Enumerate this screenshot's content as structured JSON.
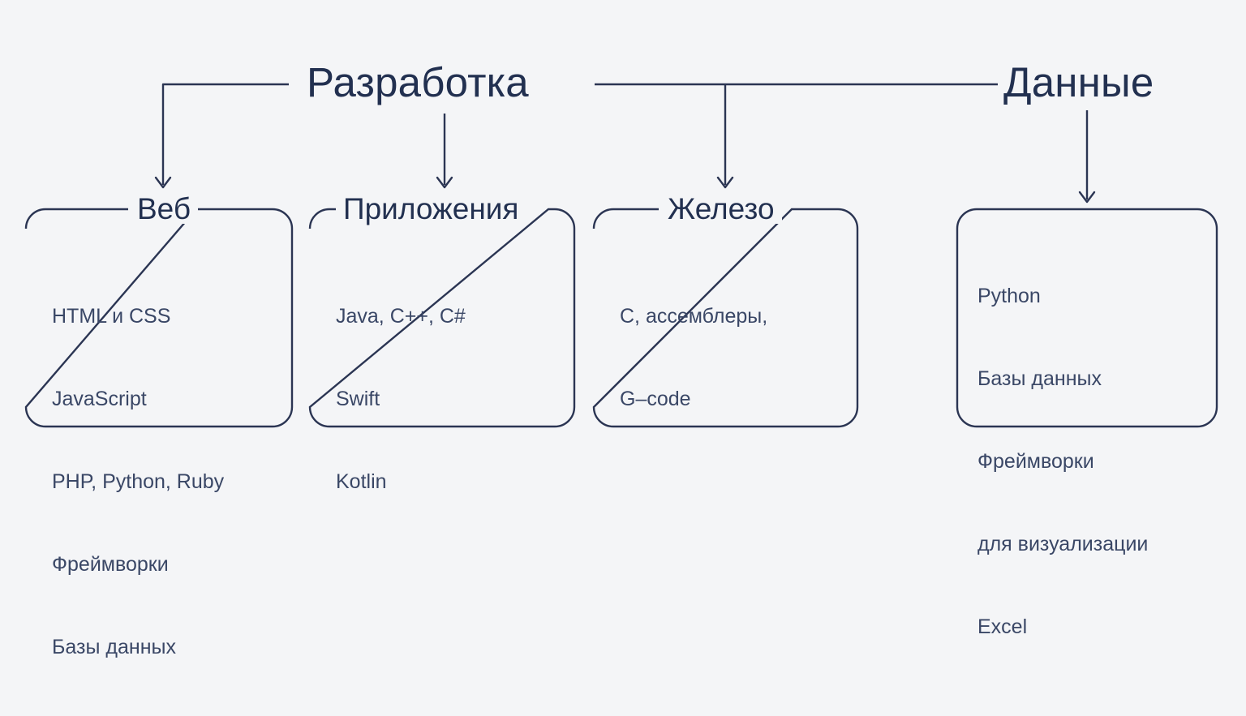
{
  "page": {
    "background_color": "#f4f5f7",
    "line_color": "#2b3553",
    "text_color": "#223050",
    "body_text_color": "#3a4766"
  },
  "roots": [
    {
      "id": "development",
      "label": "Разработка"
    },
    {
      "id": "data",
      "label": "Данные"
    }
  ],
  "boxes": [
    {
      "id": "web",
      "title": "Веб",
      "items": [
        "HTML и CSS",
        "JavaScript",
        "PHP, Python, Ruby",
        "Фреймворки",
        "Базы данных"
      ]
    },
    {
      "id": "apps",
      "title": "Приложения",
      "items": [
        "Java, C++, C#",
        "Swift",
        "Kotlin"
      ]
    },
    {
      "id": "hardware",
      "title": "Железо",
      "items": [
        "C, ассемблеры,",
        "G–code"
      ]
    },
    {
      "id": "data-box",
      "title": "",
      "items": [
        "Python",
        "Базы данных",
        "Фреймворки",
        "для визуализации",
        "Excel"
      ]
    }
  ],
  "connectors": [
    {
      "id": "development-to-web",
      "kind": "elbow-arrow",
      "from": "development",
      "to": "web"
    },
    {
      "id": "development-to-apps",
      "kind": "down-arrow",
      "from": "development",
      "to": "apps"
    },
    {
      "id": "development-to-hardware",
      "kind": "branch-arrow",
      "from": "development",
      "to": "hardware"
    },
    {
      "id": "development-to-data",
      "kind": "horizontal-line",
      "from": "development",
      "to": "data"
    },
    {
      "id": "data-to-data-box",
      "kind": "down-arrow",
      "from": "data",
      "to": "data-box"
    }
  ]
}
